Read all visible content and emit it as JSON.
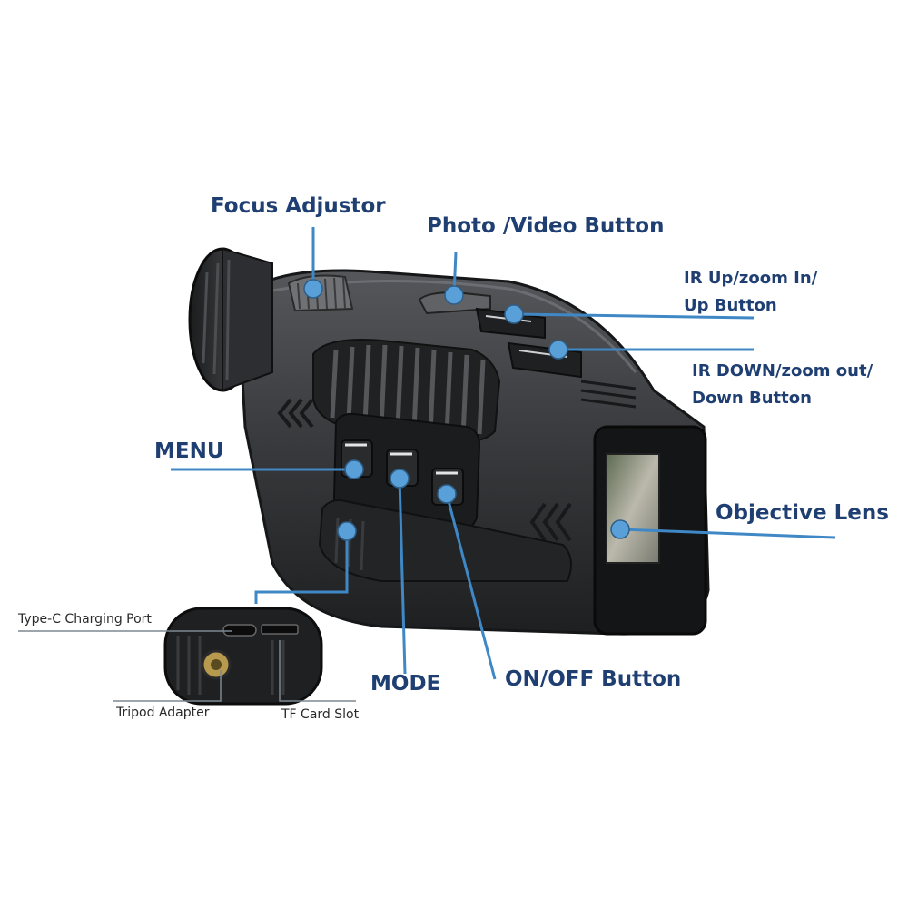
{
  "labels": {
    "focus_adjustor": "Focus Adjustor",
    "photo_video": "Photo /Video Button",
    "ir_up_line1": "IR Up/zoom In/",
    "ir_up_line2": "Up Button",
    "ir_down_line1": "IR DOWN/zoom out/",
    "ir_down_line2": "Down Button",
    "menu": "MENU",
    "objective_lens": "Objective Lens",
    "type_c": "Type-C Charging Port",
    "tripod": "Tripod Adapter",
    "tf_card": "TF Card Slot",
    "mode": "MODE",
    "on_off": "ON/OFF Button"
  },
  "colors": {
    "label_text": "#1f3f73",
    "leader_line": "#3f88c5",
    "callout_dot": "#5aa0d8",
    "body_dark": "#2b2c2e",
    "body_mid": "#3c3d40",
    "small_text": "#2a2a2a"
  }
}
